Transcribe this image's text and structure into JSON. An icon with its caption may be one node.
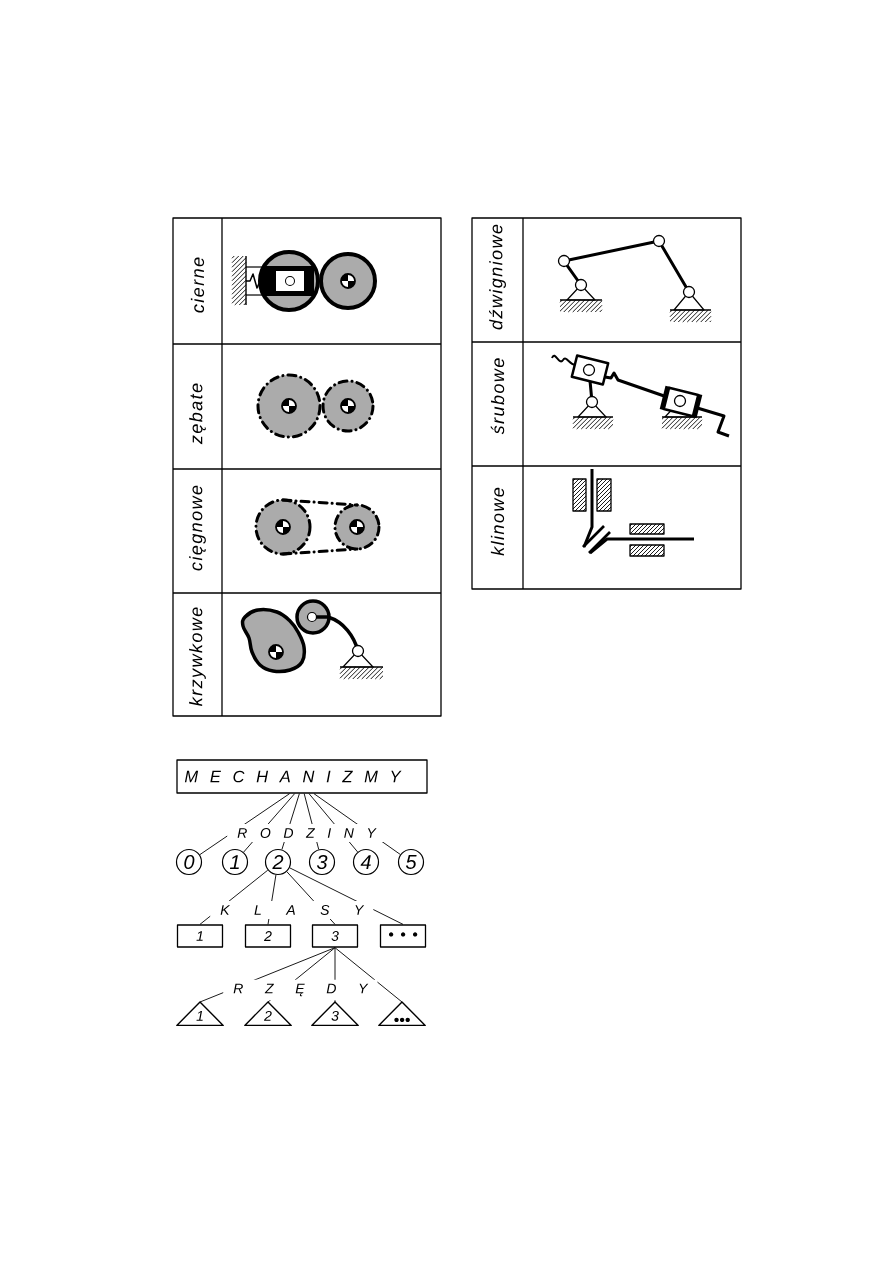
{
  "diagram": {
    "nodes": [
      {
        "text": [
          "M E C H A N I Z M Y"
        ]
      },
      {
        "text": [
          "0"
        ]
      },
      {
        "text": [
          "1"
        ]
      },
      {
        "text": [
          "2"
        ]
      },
      {
        "text": [
          "3"
        ]
      },
      {
        "text": [
          "4"
        ]
      },
      {
        "text": [
          "5"
        ]
      },
      {
        "text": [
          "1"
        ]
      },
      {
        "text": [
          "2"
        ]
      },
      {
        "text": [
          "3"
        ]
      },
      {
        "text": [
          "• • •"
        ]
      },
      {
        "text": [
          "1"
        ]
      },
      {
        "text": [
          "2"
        ]
      },
      {
        "text": [
          "3"
        ]
      },
      {
        "text": [
          "•••"
        ]
      }
    ],
    "edges": [
      {
        "from": 0,
        "to": 1,
        "arrow": "none"
      },
      {
        "from": 0,
        "to": 2,
        "arrow": "none"
      },
      {
        "from": 0,
        "to": 3,
        "arrow": "none"
      },
      {
        "from": 0,
        "to": 4,
        "arrow": "none"
      },
      {
        "from": 0,
        "to": 5,
        "arrow": "none"
      },
      {
        "from": 0,
        "to": 6,
        "arrow": "none"
      },
      {
        "from": 3,
        "to": 7,
        "arrow": "none"
      },
      {
        "from": 3,
        "to": 8,
        "arrow": "none"
      },
      {
        "from": 3,
        "to": 9,
        "arrow": "none"
      },
      {
        "from": 3,
        "to": 10,
        "arrow": "none"
      },
      {
        "from": 9,
        "to": 11,
        "arrow": "none"
      },
      {
        "from": 9,
        "to": 12,
        "arrow": "none"
      },
      {
        "from": 9,
        "to": 13,
        "arrow": "none"
      },
      {
        "from": 9,
        "to": 14,
        "arrow": "none"
      }
    ],
    "labels": [
      "cierne",
      "zębate",
      "cięgnowe",
      "krzywkowe",
      "dźwigniowe",
      "śrubowe",
      "klinowe",
      "R O D Z I N Y",
      "K L A S Y",
      "R Z Ę D Y"
    ]
  }
}
